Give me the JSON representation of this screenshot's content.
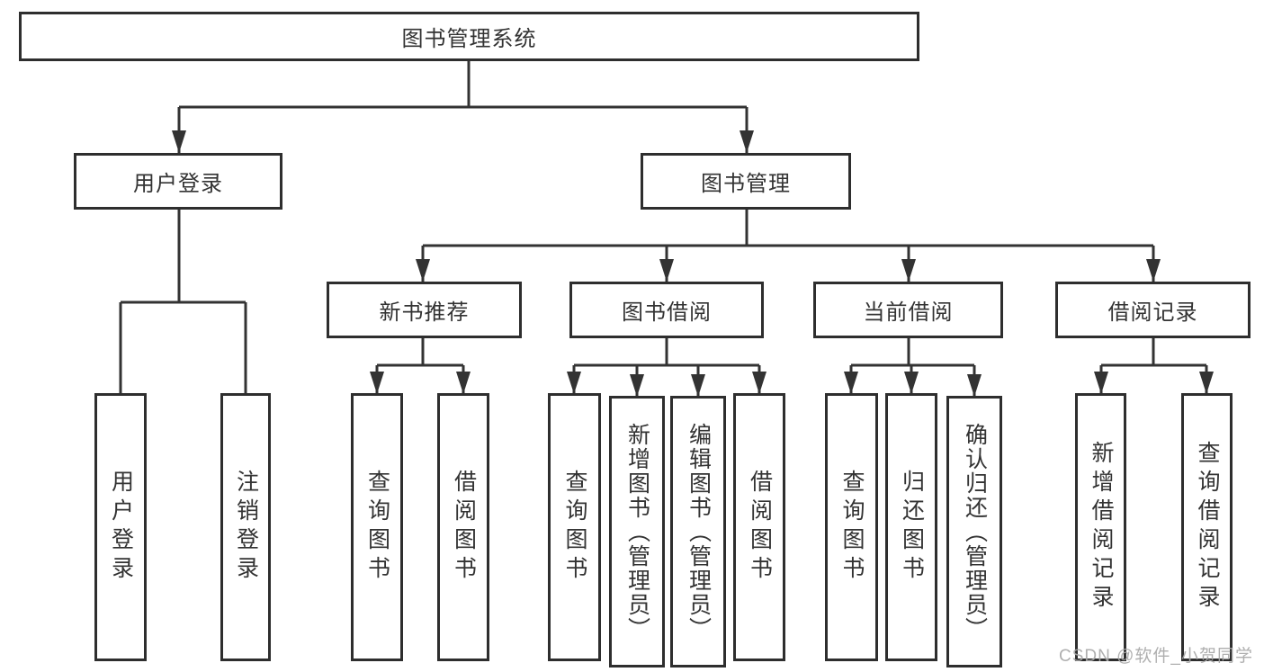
{
  "tree": {
    "root": "图书管理系统",
    "children": [
      {
        "label": "用户登录",
        "children": [
          "用户登录",
          "注销登录"
        ]
      },
      {
        "label": "图书管理",
        "children": [
          {
            "label": "新书推荐",
            "children": [
              "查询图书",
              "借阅图书"
            ]
          },
          {
            "label": "图书借阅",
            "children": [
              "查询图书",
              "新增图书（管理员）",
              "编辑图书（管理员）",
              "借阅图书"
            ]
          },
          {
            "label": "当前借阅",
            "children": [
              "查询图书",
              "归还图书",
              "确认归还（管理员）"
            ]
          },
          {
            "label": "借阅记录",
            "children": [
              "新增借阅记录",
              "查询借阅记录"
            ]
          }
        ]
      }
    ]
  },
  "watermark": {
    "text": "CSDN @软件_小贺同学"
  },
  "colors": {
    "line": "#333333",
    "box_border": "#2e2e2e",
    "text": "#333333",
    "watermark": "#a8a8a8",
    "background": "#ffffff"
  }
}
